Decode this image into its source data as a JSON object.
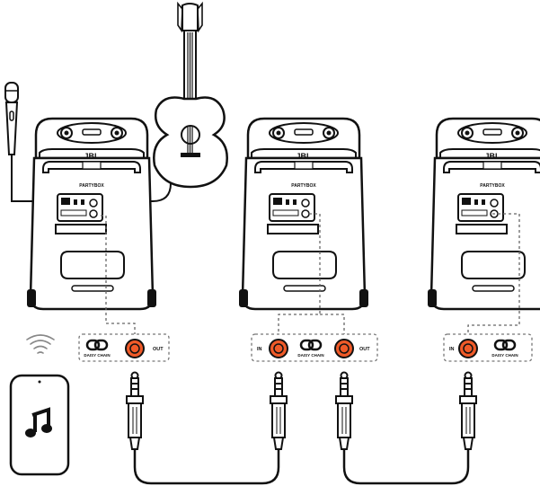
{
  "speakers": [
    {
      "id": "speaker-1",
      "brand": "JBL",
      "model": "PARTYBOX"
    },
    {
      "id": "speaker-2",
      "brand": "JBL",
      "model": "PARTYBOX"
    },
    {
      "id": "speaker-3",
      "brand": "JBL",
      "model": "PARTYBOX"
    }
  ],
  "panels": [
    {
      "id": "panel-1",
      "in": "",
      "chain": "DAISY CHAIN",
      "out": "OUT"
    },
    {
      "id": "panel-2",
      "in": "IN",
      "chain": "DAISY CHAIN",
      "out": "OUT"
    },
    {
      "id": "panel-3",
      "in": "IN",
      "chain": "DAISY CHAIN",
      "out": ""
    }
  ],
  "colors": {
    "line": "#111111",
    "port": "#f05a28",
    "panel_stroke": "#777777",
    "fill": "#ffffff"
  },
  "icons": [
    "microphone-icon",
    "guitar-icon",
    "wifi-icon",
    "smartphone-icon",
    "music-note-icon",
    "link-icon",
    "audio-plug-icon"
  ]
}
